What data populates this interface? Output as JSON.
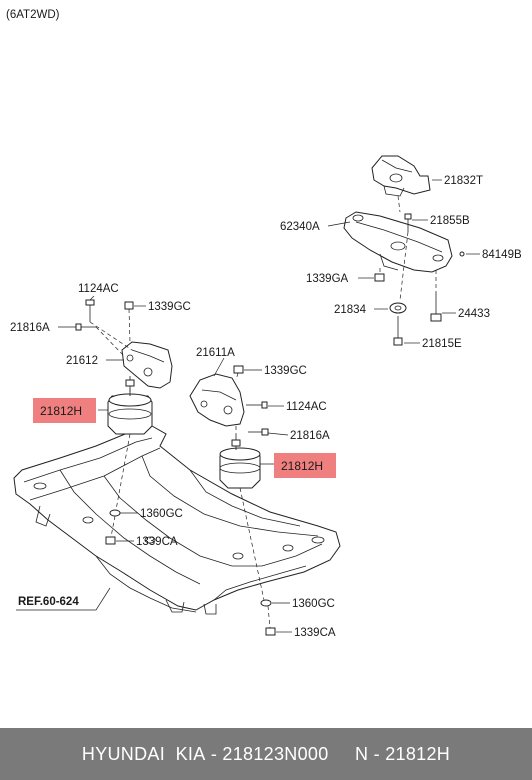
{
  "variant_label": "(6AT2WD)",
  "reference_label": "REF.60-624",
  "labels": {
    "part_21832T": "21832T",
    "part_21855B": "21855B",
    "part_62340A": "62340A",
    "part_84149B": "84149B",
    "part_1339GA": "1339GA",
    "part_21834": "21834",
    "part_24433": "24433",
    "part_21815E": "21815E",
    "part_1124AC_top": "1124AC",
    "part_1339GC_top": "1339GC",
    "part_21816A_left": "21816A",
    "part_21612": "21612",
    "part_21611A": "21611A",
    "part_1339GC_mid": "1339GC",
    "part_1124AC_mid": "1124AC",
    "part_21816A_mid": "21816A",
    "part_21812H_left": "21812H",
    "part_21812H_right": "21812H",
    "part_1360GC_left": "1360GC",
    "part_1339CA_left": "1339CA",
    "part_1360GC_right": "1360GC",
    "part_1339CA_right": "1339CA"
  },
  "highlight_color": "#f08080",
  "footer": {
    "brand": "HYUNDAI  KIA",
    "separator": " - ",
    "part_number": "218123N000",
    "spacer": "     ",
    "catalog_code": "N - 21812H"
  }
}
